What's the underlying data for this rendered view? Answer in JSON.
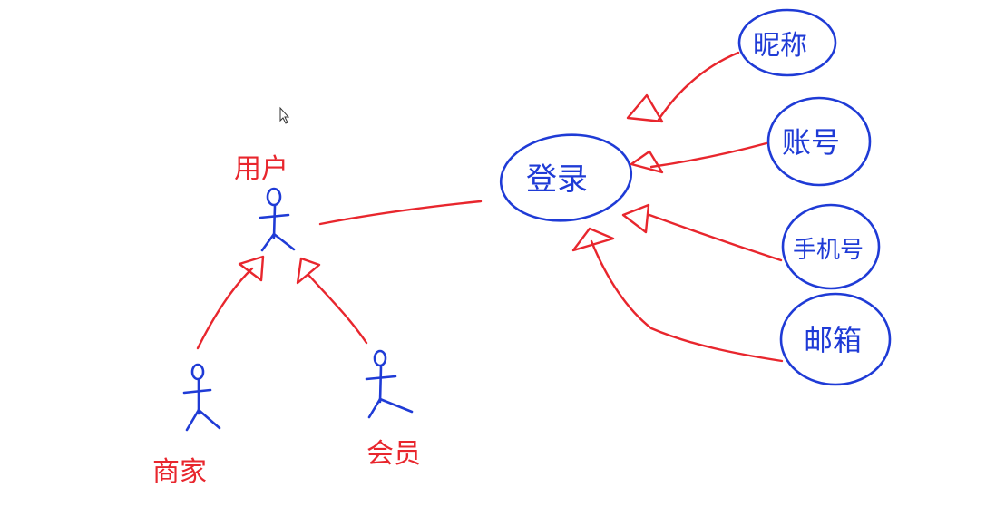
{
  "colors": {
    "actor_stroke": "#1f3bd6",
    "relation_stroke": "#e8262d",
    "label_actor": "#e8262d",
    "label_usecase": "#1f3bd6"
  },
  "actors": {
    "user": {
      "label": "用户"
    },
    "merchant": {
      "label": "商家"
    },
    "member": {
      "label": "会员"
    }
  },
  "usecases": {
    "login": {
      "label": "登录"
    },
    "nickname_login": {
      "label": "昵称"
    },
    "account_login": {
      "label": "账号"
    },
    "phone_login": {
      "label": "手机号"
    },
    "email_login": {
      "label": "邮箱"
    }
  },
  "icons": {
    "cursor": "mouse-pointer-icon"
  }
}
